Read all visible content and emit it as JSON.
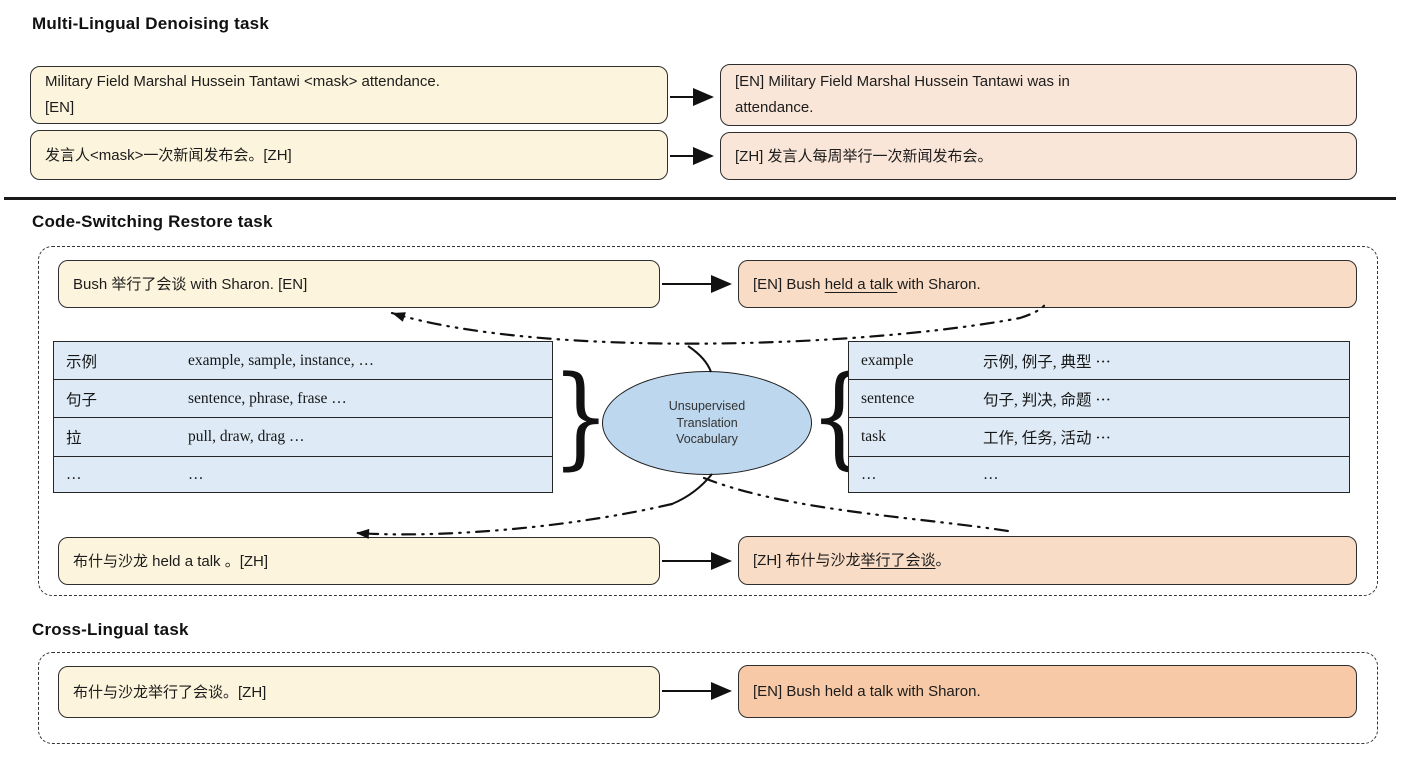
{
  "colors": {
    "input_bg": "#FCF4DC",
    "output_bg_light": "#FAE6D8",
    "output_bg_mid": "#F8DCC6",
    "output_bg_dark": "#F7C9A6",
    "table_bg": "#DEEBF7",
    "ellipse_bg": "#BDD7EE",
    "line_color": "#111111"
  },
  "denoising": {
    "title": "Multi-Lingual Denoising task",
    "row_en": {
      "input_line1": "Military Field Marshal Hussein Tantawi <mask> attendance.",
      "input_line2": "[EN]",
      "output_line1": "[EN] Military Field Marshal Hussein Tantawi was in",
      "output_line2": "attendance."
    },
    "row_zh": {
      "input": "发言人<mask>一次新闻发布会。[ZH]",
      "output": "[ZH] 发言人每周举行一次新闻发布会。"
    }
  },
  "code_switching": {
    "title": "Code-Switching Restore task",
    "top_row": {
      "input": "Bush 举行了会谈  with Sharon. [EN]",
      "output_prefix": "[EN] Bush ",
      "output_underlined": "held a talk ",
      "output_suffix": "with Sharon."
    },
    "bottom_row": {
      "input": "布什与沙龙 held a talk 。[ZH]",
      "output_prefix": "[ZH] 布什与沙龙",
      "output_underlined": "举行了会谈",
      "output_suffix": "。"
    },
    "vocab": {
      "ellipse_line1": "Unsupervised",
      "ellipse_line2": "Translation",
      "ellipse_line3": "Vocabulary",
      "left_brace": "}",
      "right_brace": "{",
      "zh_en_table": {
        "rows": [
          [
            "示例",
            "example, sample, instance, …"
          ],
          [
            "句子",
            "sentence, phrase, frase …"
          ],
          [
            "拉",
            "pull, draw, drag …"
          ],
          [
            "…",
            "…"
          ]
        ]
      },
      "en_zh_table": {
        "rows": [
          [
            "example",
            "示例, 例子, 典型 ⋯"
          ],
          [
            "sentence",
            "句子, 判决, 命题 ⋯"
          ],
          [
            "task",
            "工作, 任务, 活动 ⋯"
          ],
          [
            "…",
            "…"
          ]
        ]
      }
    }
  },
  "cross_lingual": {
    "title": "Cross-Lingual task",
    "row": {
      "input": "布什与沙龙举行了会谈。[ZH]",
      "output": "[EN] Bush held a talk with Sharon."
    }
  }
}
